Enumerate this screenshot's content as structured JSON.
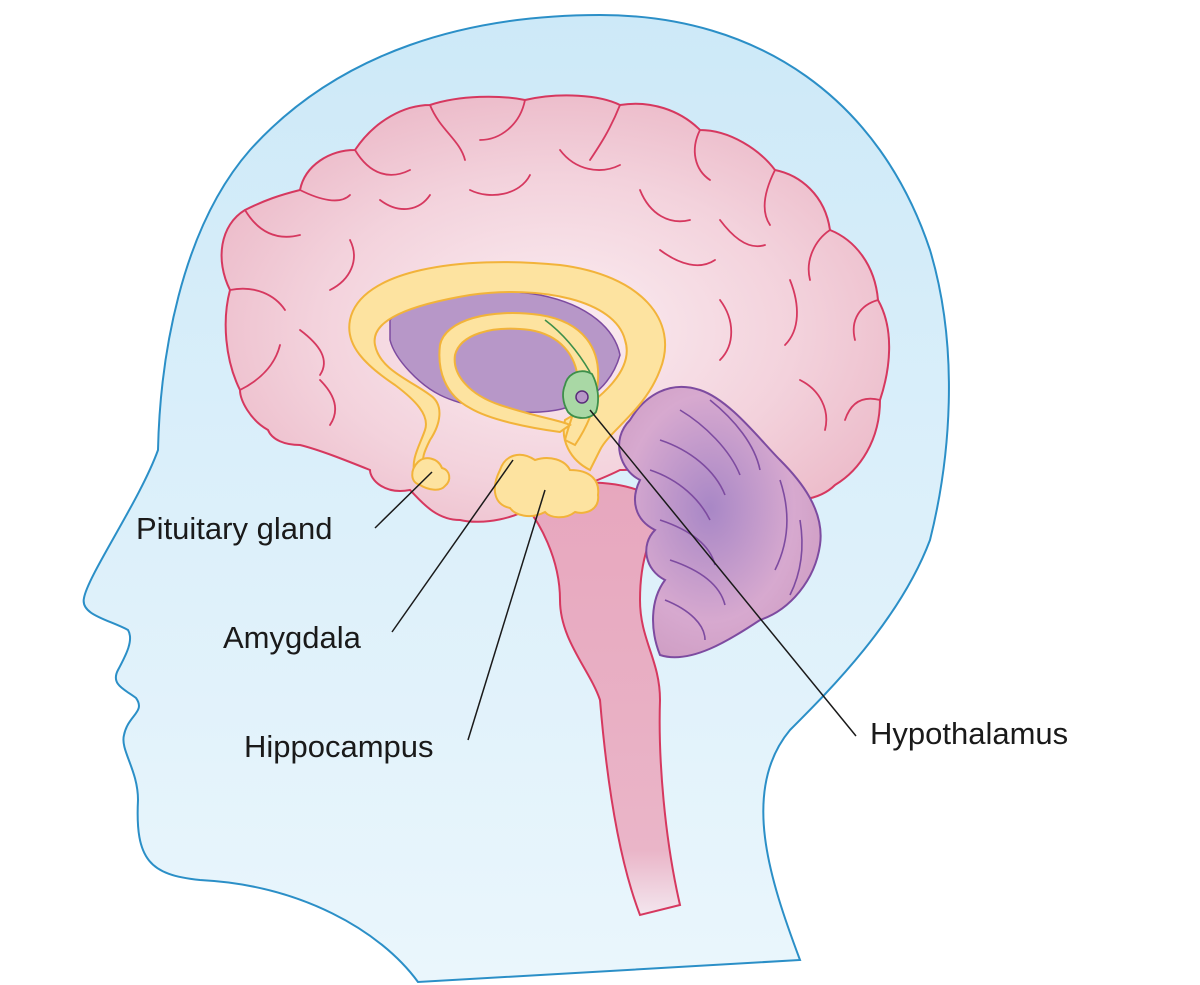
{
  "labels": {
    "pituitary": "Pituitary gland",
    "amygdala": "Amygdala",
    "hippocampus": "Hippocampus",
    "hypothalamus": "Hypothalamus"
  },
  "colors": {
    "head_fill": "#d3ecf8",
    "head_stroke": "#2b8fc7",
    "brain_fill": "#f2c9d4",
    "brain_stroke": "#d6385f",
    "limbic_fill": "#fde3a0",
    "limbic_stroke": "#f2b33a",
    "ventricle_fill": "#b797c8",
    "cerebellum_fill": "#c3a2d3",
    "cerebellum_stroke": "#7d4ba0",
    "hypothalamus_fill": "#a9d8a5",
    "hypothalamus_stroke": "#3d8f4a"
  }
}
